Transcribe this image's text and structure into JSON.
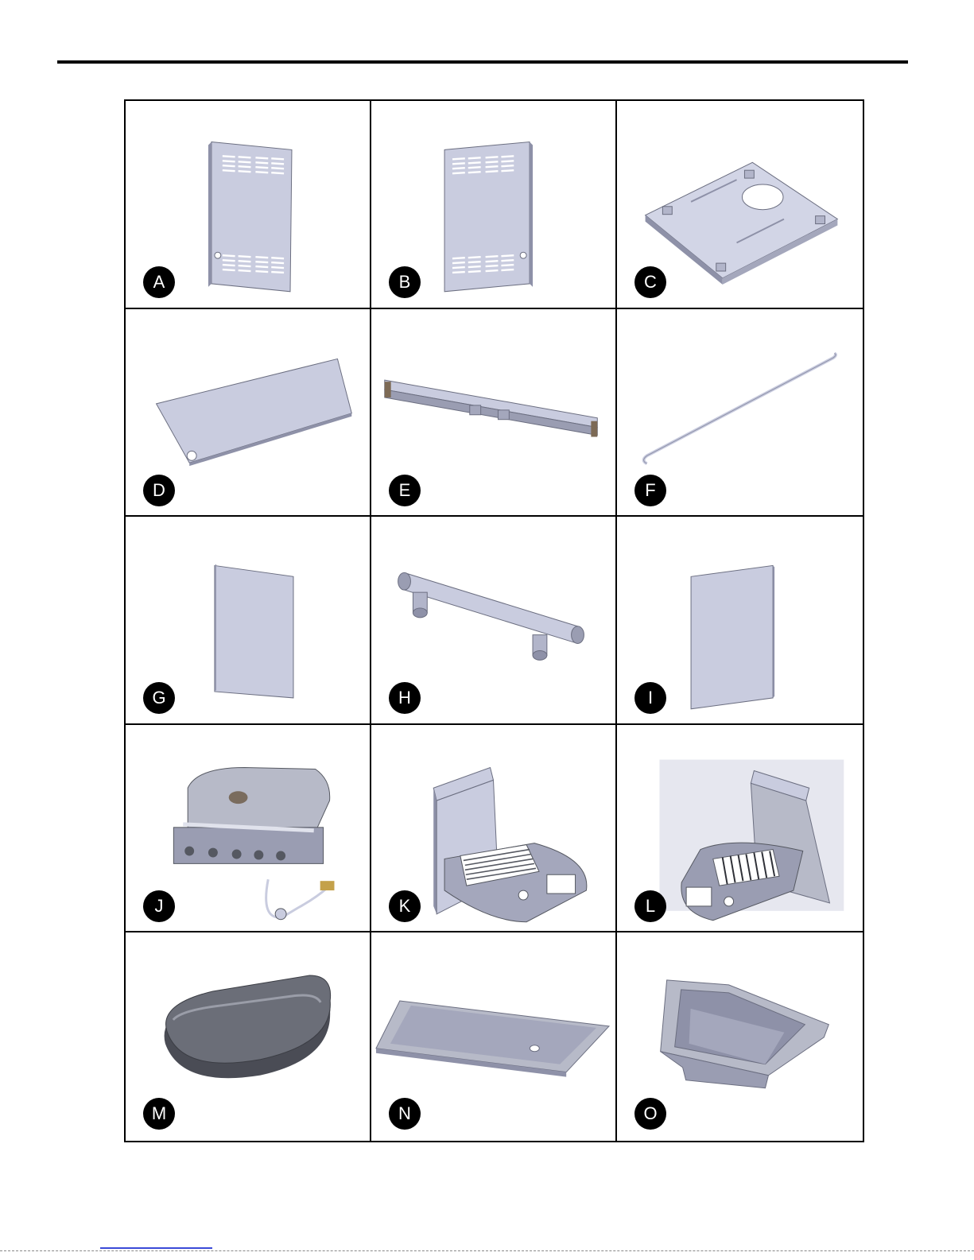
{
  "parts": [
    {
      "label": "A",
      "icon": "door-panel-vented-left-icon"
    },
    {
      "label": "B",
      "icon": "door-panel-vented-right-icon"
    },
    {
      "label": "C",
      "icon": "base-plate-icon"
    },
    {
      "label": "D",
      "icon": "flat-panel-icon"
    },
    {
      "label": "E",
      "icon": "crossbar-icon"
    },
    {
      "label": "F",
      "icon": "rod-icon"
    },
    {
      "label": "G",
      "icon": "side-panel-left-icon"
    },
    {
      "label": "H",
      "icon": "handle-icon"
    },
    {
      "label": "I",
      "icon": "side-panel-right-icon"
    },
    {
      "label": "J",
      "icon": "grill-head-icon"
    },
    {
      "label": "K",
      "icon": "side-burner-left-icon"
    },
    {
      "label": "L",
      "icon": "side-burner-right-icon"
    },
    {
      "label": "M",
      "icon": "burner-lid-icon"
    },
    {
      "label": "N",
      "icon": "drip-tray-icon"
    },
    {
      "label": "O",
      "icon": "sink-basin-icon"
    }
  ],
  "colors": {
    "metal": "#c9ccdf",
    "metal_dark": "#8e91a8",
    "outline": "#6b6e80",
    "cast": "#555861"
  }
}
